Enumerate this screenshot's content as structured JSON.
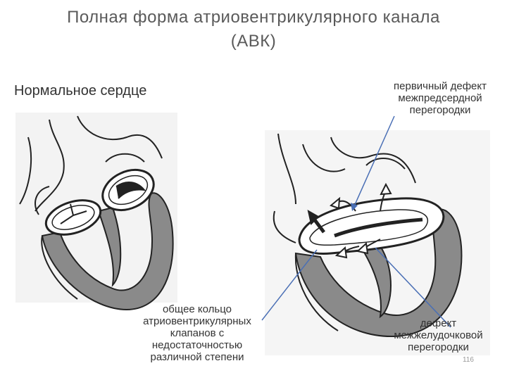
{
  "slide": {
    "title_line1": "Полная форма атриовентрикулярного канала",
    "title_line2": "(АВК)",
    "left_caption": "Нормальное сердце",
    "label_primary_defect": [
      "первичный дефект",
      "межпредсердной",
      "перегородки"
    ],
    "label_common_ring": [
      "общее кольцо",
      "атриовентрикулярных",
      "клапанов с",
      "недостаточностью",
      "различной степени"
    ],
    "label_vsd": [
      "дефект",
      "межжелудочковой",
      "перегородки"
    ],
    "slide_number": "116"
  },
  "colors": {
    "title": "#5a5a5a",
    "pointer_line": "#4a6fb5",
    "myocardium": "#8a8a8a",
    "outline": "#222222"
  },
  "icons": {
    "normal_heart": "normal-heart-illustration",
    "avk_heart": "avk-heart-illustration",
    "flow_arrows": "flow-arrow-icon"
  }
}
